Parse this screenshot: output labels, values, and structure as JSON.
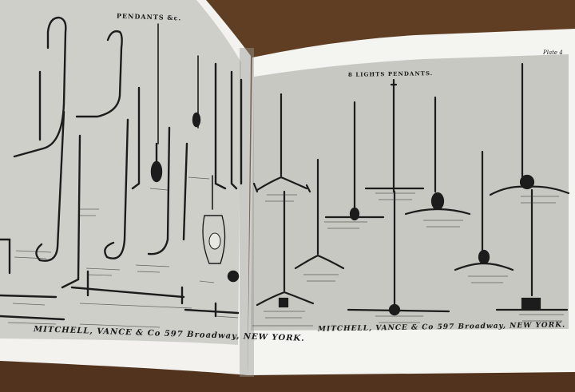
{
  "book": {
    "left_page": {
      "header": "PENDANTS &c.",
      "footer": "MITCHELL, VANCE & Co 597 Broadway, NEW YORK."
    },
    "right_page": {
      "header": "8 LIGHTS PENDANTS.",
      "plate": "Plate 4",
      "footer": "MITCHELL, VANCE & Co 597 Broadway, NEW YORK."
    }
  },
  "colors": {
    "table": "#5a3a22",
    "plate_bg": "#c9c9c4",
    "page_white": "#f4f4f0",
    "ink": "#1a1a1a"
  }
}
